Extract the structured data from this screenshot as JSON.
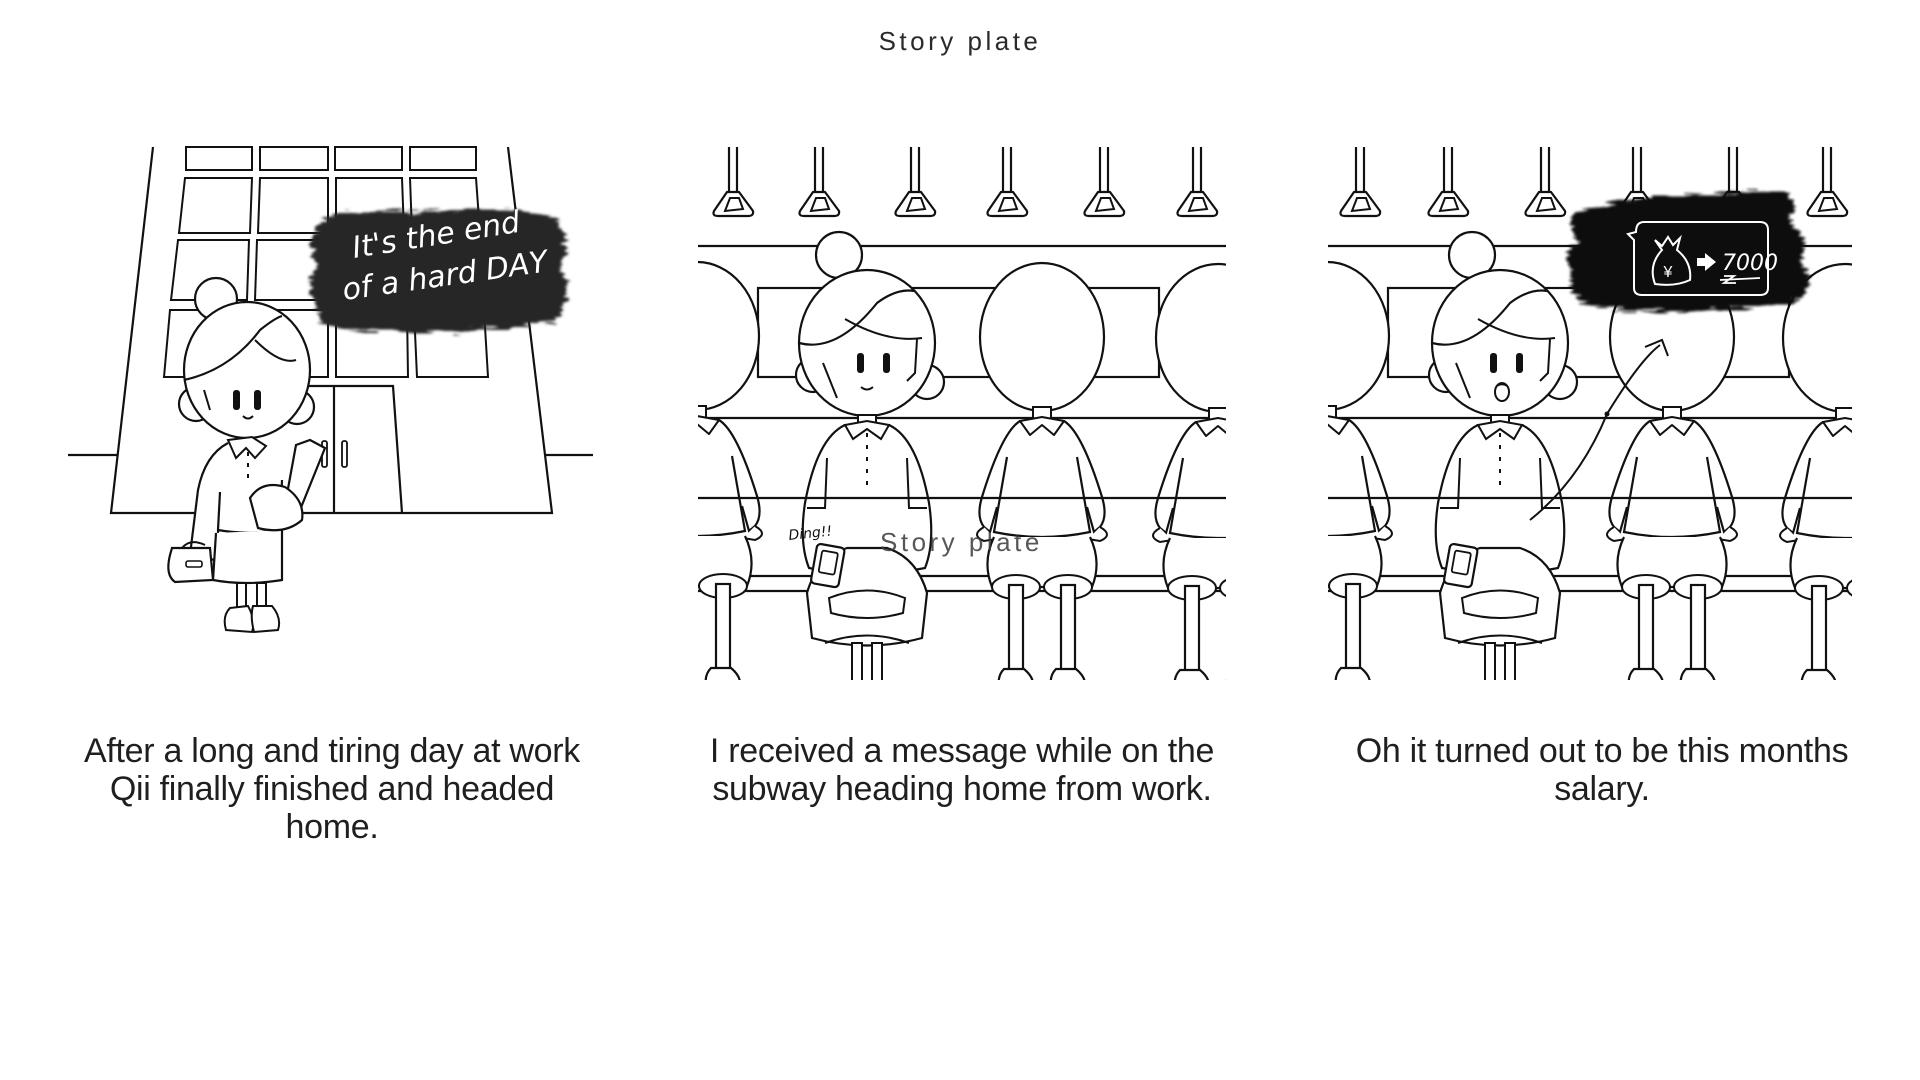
{
  "page": {
    "title": "Story plate",
    "watermark": "Story plate"
  },
  "panels": [
    {
      "id": 1,
      "scene": "office-building-exterior",
      "speech_bubble": {
        "line1": "It's the end",
        "line2": "of a hard DAY"
      },
      "caption": "After a long and tiring day at work Qii finally finished and headed home."
    },
    {
      "id": 2,
      "scene": "subway-car-seated",
      "sound_effect": "Ding!!",
      "caption": "I received a message while on the subway heading home from work."
    },
    {
      "id": 3,
      "scene": "subway-car-seated-surprised",
      "message_bubble": {
        "icon": "money-bag-yen-icon",
        "arrow_icon": "arrow-right-icon",
        "amount": "7000"
      },
      "caption": "Oh it turned out to be this months salary."
    }
  ],
  "colors": {
    "ink": "#111111",
    "bubble_fill": "#262626",
    "bubble_fill_dark": "#0a0a0a",
    "bubble_text": "#ffffff",
    "background": "#ffffff"
  }
}
